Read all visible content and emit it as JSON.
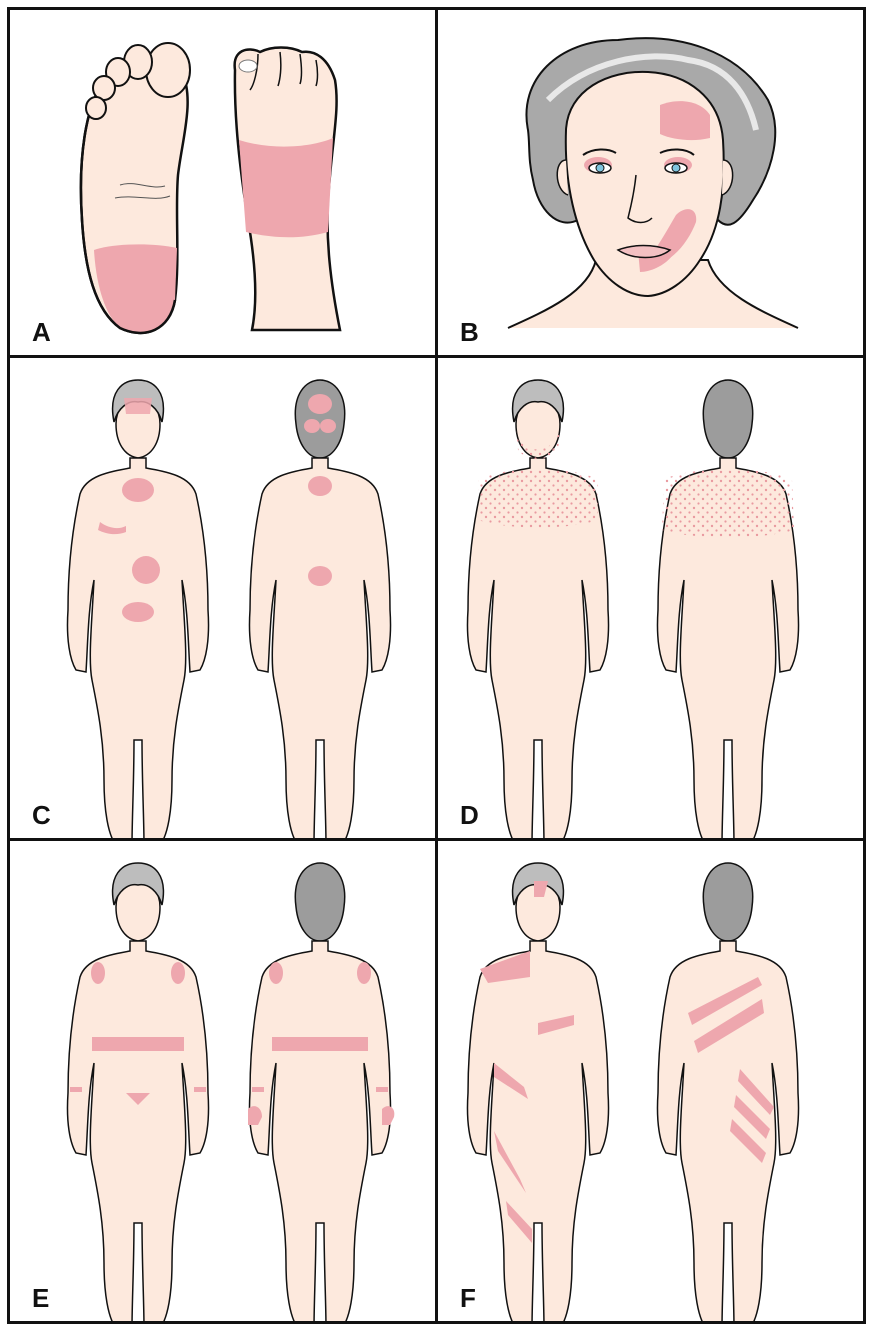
{
  "figure": {
    "panels": [
      {
        "id": "A",
        "label": "A",
        "illustration": "feet-sole-and-dorsum"
      },
      {
        "id": "B",
        "label": "B",
        "illustration": "face-closeup"
      },
      {
        "id": "C",
        "label": "C",
        "illustration": "body-front-back-patches"
      },
      {
        "id": "D",
        "label": "D",
        "illustration": "body-front-back-speckled"
      },
      {
        "id": "E",
        "label": "E",
        "illustration": "body-front-back-bands"
      },
      {
        "id": "F",
        "label": "F",
        "illustration": "body-front-back-stripes"
      }
    ]
  },
  "colors": {
    "skin": "#fde9dd",
    "skin_shade": "#f6d4c2",
    "lesion": "#eea7ae",
    "hair_light": "#e3e3e3",
    "hair_dark": "#7d7d7d",
    "eye": "#7fc4de",
    "outline": "#111111",
    "border": "#111111"
  }
}
